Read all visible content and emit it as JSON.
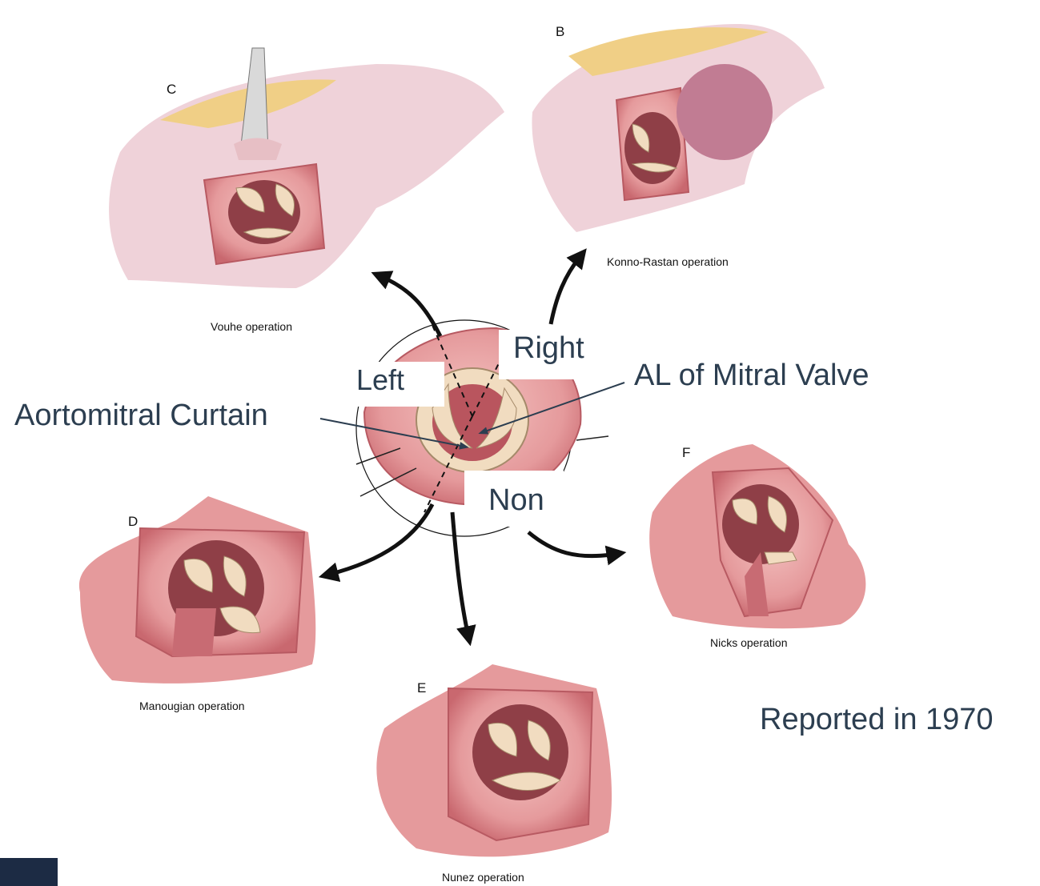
{
  "panels": {
    "C": {
      "letter": "C",
      "caption": "Vouhe operation"
    },
    "B": {
      "letter": "B",
      "caption": "Konno-Rastan operation"
    },
    "D": {
      "letter": "D",
      "caption": "Manougian operation"
    },
    "E": {
      "letter": "E",
      "caption": "Nunez operation"
    },
    "F": {
      "letter": "F",
      "caption": "Nicks operation"
    }
  },
  "labels": {
    "left": "Left",
    "right": "Right",
    "non": "Non",
    "al_mitral": "AL of Mitral Valve",
    "aortomitral": "Aortomitral Curtain",
    "reported": "Reported in 1970"
  },
  "colors": {
    "tissue": "#e59a9c",
    "tissue_dark": "#c9686f",
    "leaflet": "#f1dcc0",
    "fat": "#f0cf86",
    "label_text": "#2c3e50",
    "footer_bar": "#1c2b44"
  }
}
